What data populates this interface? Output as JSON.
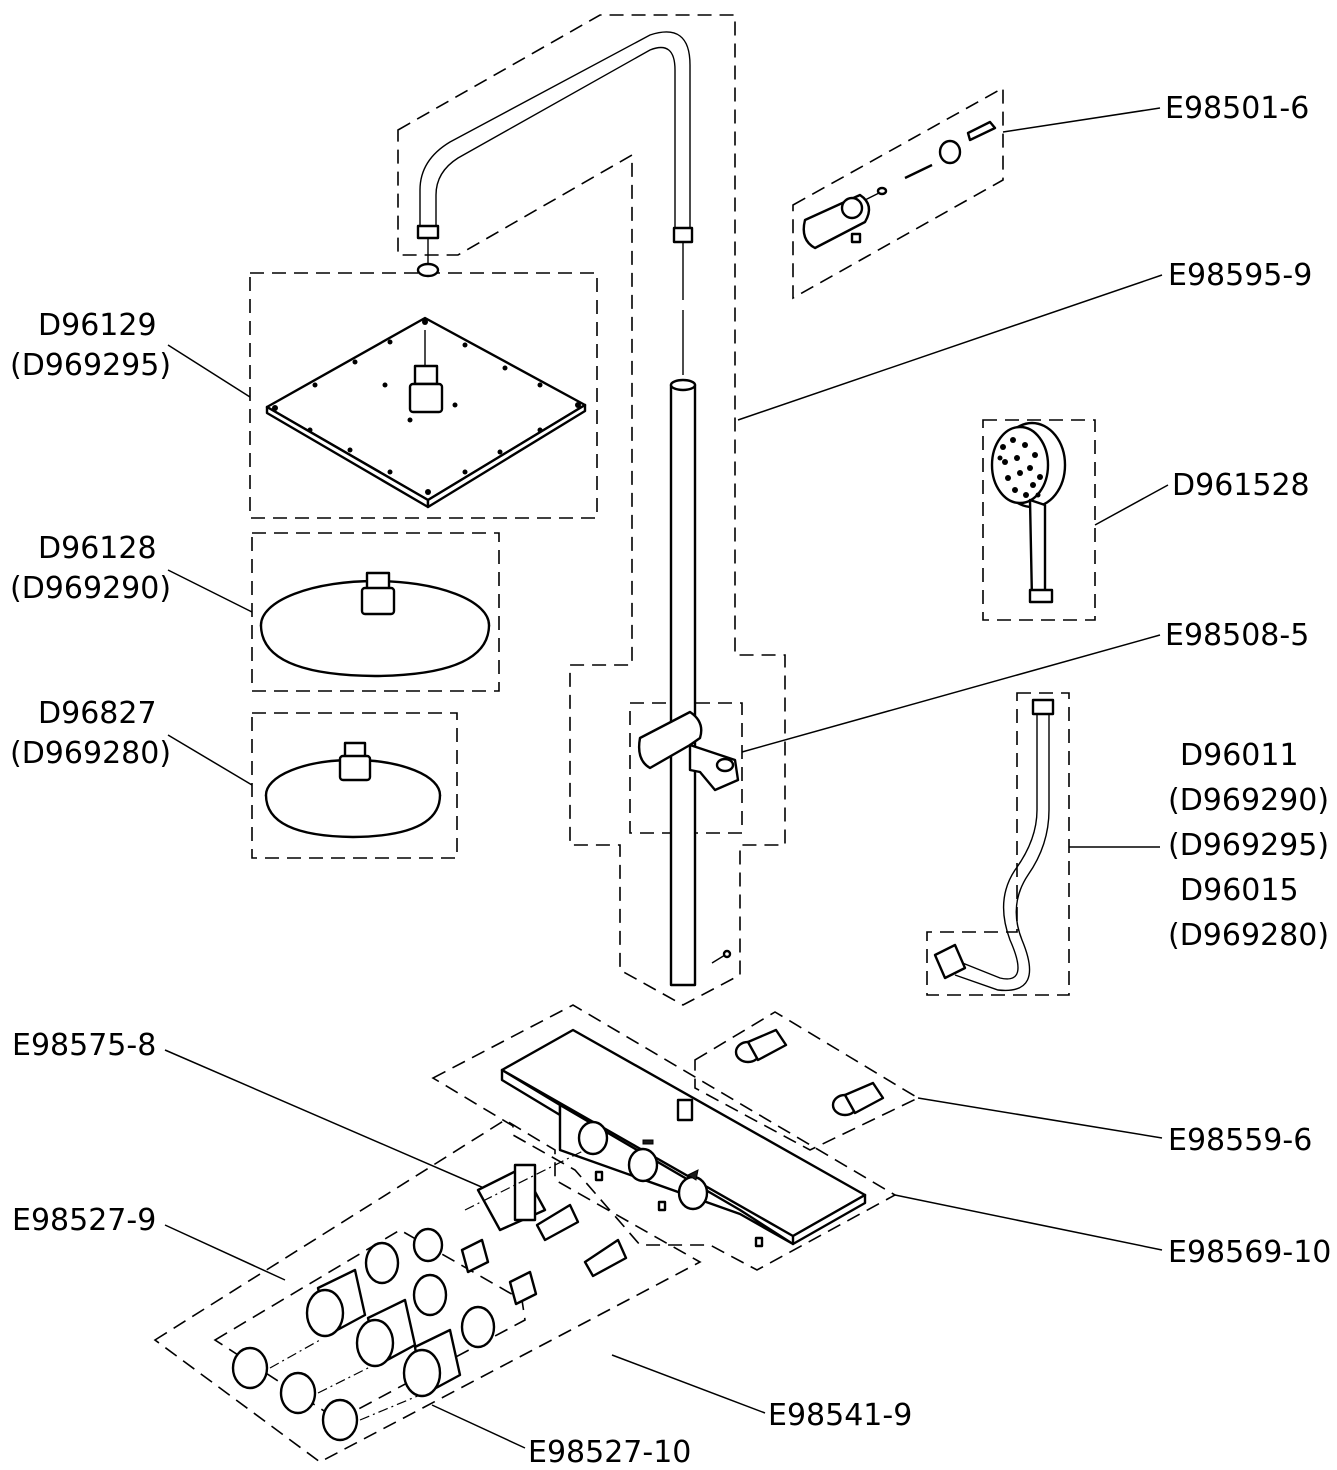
{
  "labels": {
    "hose_bracket": "E98501-6",
    "riser": "E98595-9",
    "hand_shower": "D961528",
    "slide_holder": "E98508-5",
    "square_head": [
      "D96129",
      "(D969295)"
    ],
    "round_head_large": [
      "D96128",
      "(D969290)"
    ],
    "round_head_small": [
      "D96827",
      "(D969280)"
    ],
    "hose": [
      "D96011",
      "(D969290)",
      "(D969295)",
      "D96015",
      "(D969280)"
    ],
    "cartridge": "E98575-8",
    "connectors": "E98559-6",
    "handles": "E98527-9",
    "valve_body": "E98569-10",
    "diverter": "E98541-9",
    "handle_caps": "E98527-10"
  }
}
